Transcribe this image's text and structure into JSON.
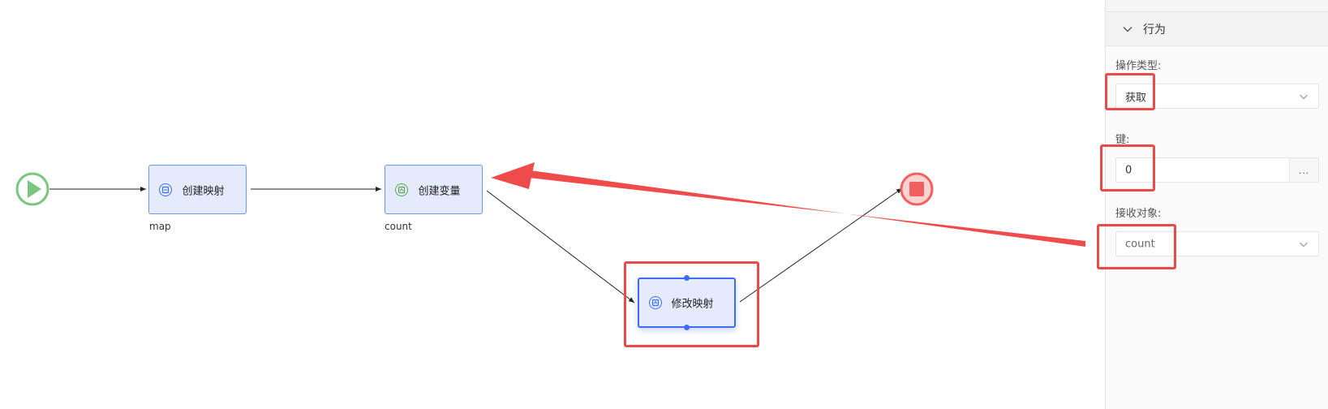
{
  "colors": {
    "node_fill": "#e3ebfd",
    "node_border": "#6f97f2",
    "start_green": "#7bc67e",
    "end_red": "#f06060",
    "highlight_red": "#ea4a4a",
    "selected_blue": "#3d6df2"
  },
  "flow": {
    "start": {
      "icon": "play-icon"
    },
    "nodes": [
      {
        "id": "create-map",
        "label": "创建映射",
        "caption": "map",
        "icon": "map-icon"
      },
      {
        "id": "create-variable",
        "label": "创建变量",
        "caption": "count",
        "icon": "variable-icon"
      },
      {
        "id": "modify-map",
        "label": "修改映射",
        "caption": "",
        "icon": "variable-icon",
        "selected": true
      }
    ],
    "end": {
      "icon": "stop-icon"
    }
  },
  "panel": {
    "section": {
      "title": "行为",
      "icon": "chevron-down-icon",
      "expanded": true
    },
    "operation_type": {
      "label": "操作类型:",
      "value": "获取"
    },
    "key": {
      "label": "键:",
      "value": "0",
      "more_button": "..."
    },
    "receiver": {
      "label": "接收对象:",
      "value": "count"
    }
  },
  "annotations": {
    "arrow": "from receiver field to 创建变量 node",
    "boxes": [
      "modify-map-node",
      "operation-type",
      "key",
      "receiver"
    ]
  }
}
